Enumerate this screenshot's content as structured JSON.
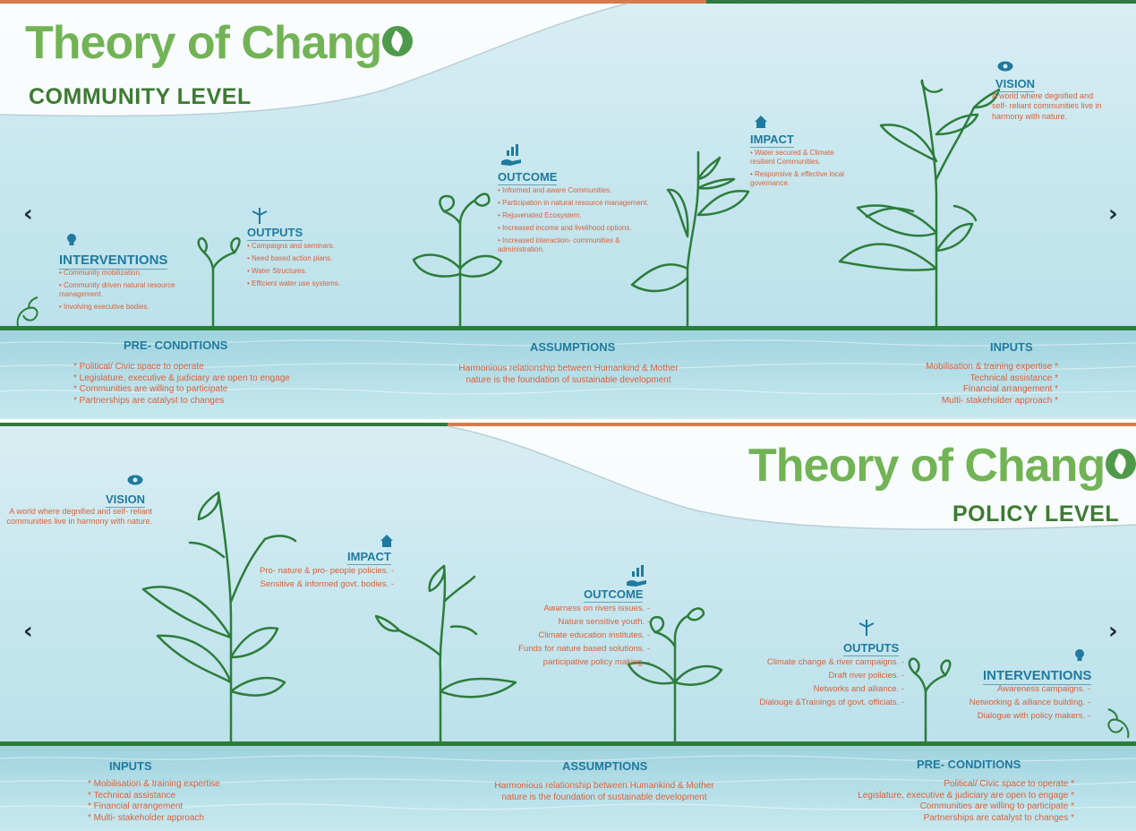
{
  "colors": {
    "title_green": "#72b356",
    "dark_green": "#2c7d3b",
    "heading_blue": "#1f7a9e",
    "text_orange": "#d9603a",
    "accent_orange": "#d67a4d"
  },
  "community": {
    "title": "Theory of Chang",
    "subtitle": "COMMUNITY LEVEL",
    "interventions": {
      "icon": "lightbulb-icon",
      "heading": "INTERVENTIONS",
      "items": [
        "Community mobilization.",
        "Community driven natural resource management.",
        "Involving executive bodies."
      ]
    },
    "outputs": {
      "icon": "wind-turbine-icon",
      "heading": "OUTPUTS",
      "items": [
        "Campaigns and seminars.",
        "Need based action plans.",
        "Water Structures.",
        "Efficient water use systems."
      ]
    },
    "outcome": {
      "icon": "growth-chart-hand-icon",
      "heading": "OUTCOME",
      "items": [
        "Informed and aware Communities.",
        "Participation in natural resource management.",
        "Rejuvenated Ecosystem.",
        "Increased income and livelihood options.",
        "Increased interaction- communities & administration."
      ]
    },
    "impact": {
      "icon": "house-icon",
      "heading": "IMPACT",
      "items": [
        "Water secured & Climate resilient Communities.",
        "Responsive & effective local governance."
      ]
    },
    "vision": {
      "icon": "eye-icon",
      "heading": "VISION",
      "text": "A world where degnified and self- reliant communities live in harmony with nature."
    },
    "preconditions": {
      "heading": "PRE- CONDITIONS",
      "items": [
        "Political/ Civic space to operate",
        "Legislature, executive & judiciary are open to engage",
        "Communities are willing to participate",
        "Partnerships are catalyst to changes"
      ]
    },
    "assumptions": {
      "heading": "ASSUMPTIONS",
      "text": "Harmonious relationship between Humankind & Mother nature is the foundation of sustainable development"
    },
    "inputs": {
      "heading": "INPUTS",
      "items": [
        "Mobilisation & training expertise",
        "Technical assistance",
        "Financial arrangement",
        "Multi- stakeholder approach"
      ]
    }
  },
  "policy": {
    "title": "Theory of Chang",
    "subtitle": "POLICY LEVEL",
    "vision": {
      "icon": "eye-icon",
      "heading": "VISION",
      "text": "A world where degnified and self- reliant communities live in harmony with nature."
    },
    "impact": {
      "icon": "house-icon",
      "heading": "IMPACT",
      "items": [
        "Pro- nature & pro- people policies.",
        "Sensitive & informed govt. bodies."
      ]
    },
    "outcome": {
      "icon": "growth-chart-hand-icon",
      "heading": "OUTCOME",
      "items": [
        "Awarness on rivers issues.",
        "Nature sensitive youth.",
        "Climate education institutes.",
        "Funds for nature based solutions.",
        "participative policy making."
      ]
    },
    "outputs": {
      "icon": "wind-turbine-icon",
      "heading": "OUTPUTS",
      "items": [
        "Climate change & river campaigns.",
        "Draft river policies.",
        "Networks and alliance.",
        "Dialouge &Trainings of govt. officials."
      ]
    },
    "interventions": {
      "icon": "lightbulb-icon",
      "heading": "INTERVENTIONS",
      "items": [
        "Awareness campaigns.",
        "Networking & alliance building.",
        "Dialogue with policy makers."
      ]
    },
    "inputs": {
      "heading": "INPUTS",
      "items": [
        "Mobilisation & training expertise",
        "Technical assistance",
        "Financial arrangement",
        "Multi- stakeholder approach"
      ]
    },
    "assumptions": {
      "heading": "ASSUMPTIONS",
      "text": "Harmonious relationship between Humankind & Mother nature is the foundation of sustainable development"
    },
    "preconditions": {
      "heading": "PRE- CONDITIONS",
      "items": [
        "Political/ Civic space to operate",
        "Legislature, executive & judiciary are open to engage",
        "Communities are willing to participate",
        "Partnerships are catalyst to changes"
      ]
    }
  },
  "navigation": {
    "prev_label": "‹",
    "next_label": "›"
  }
}
